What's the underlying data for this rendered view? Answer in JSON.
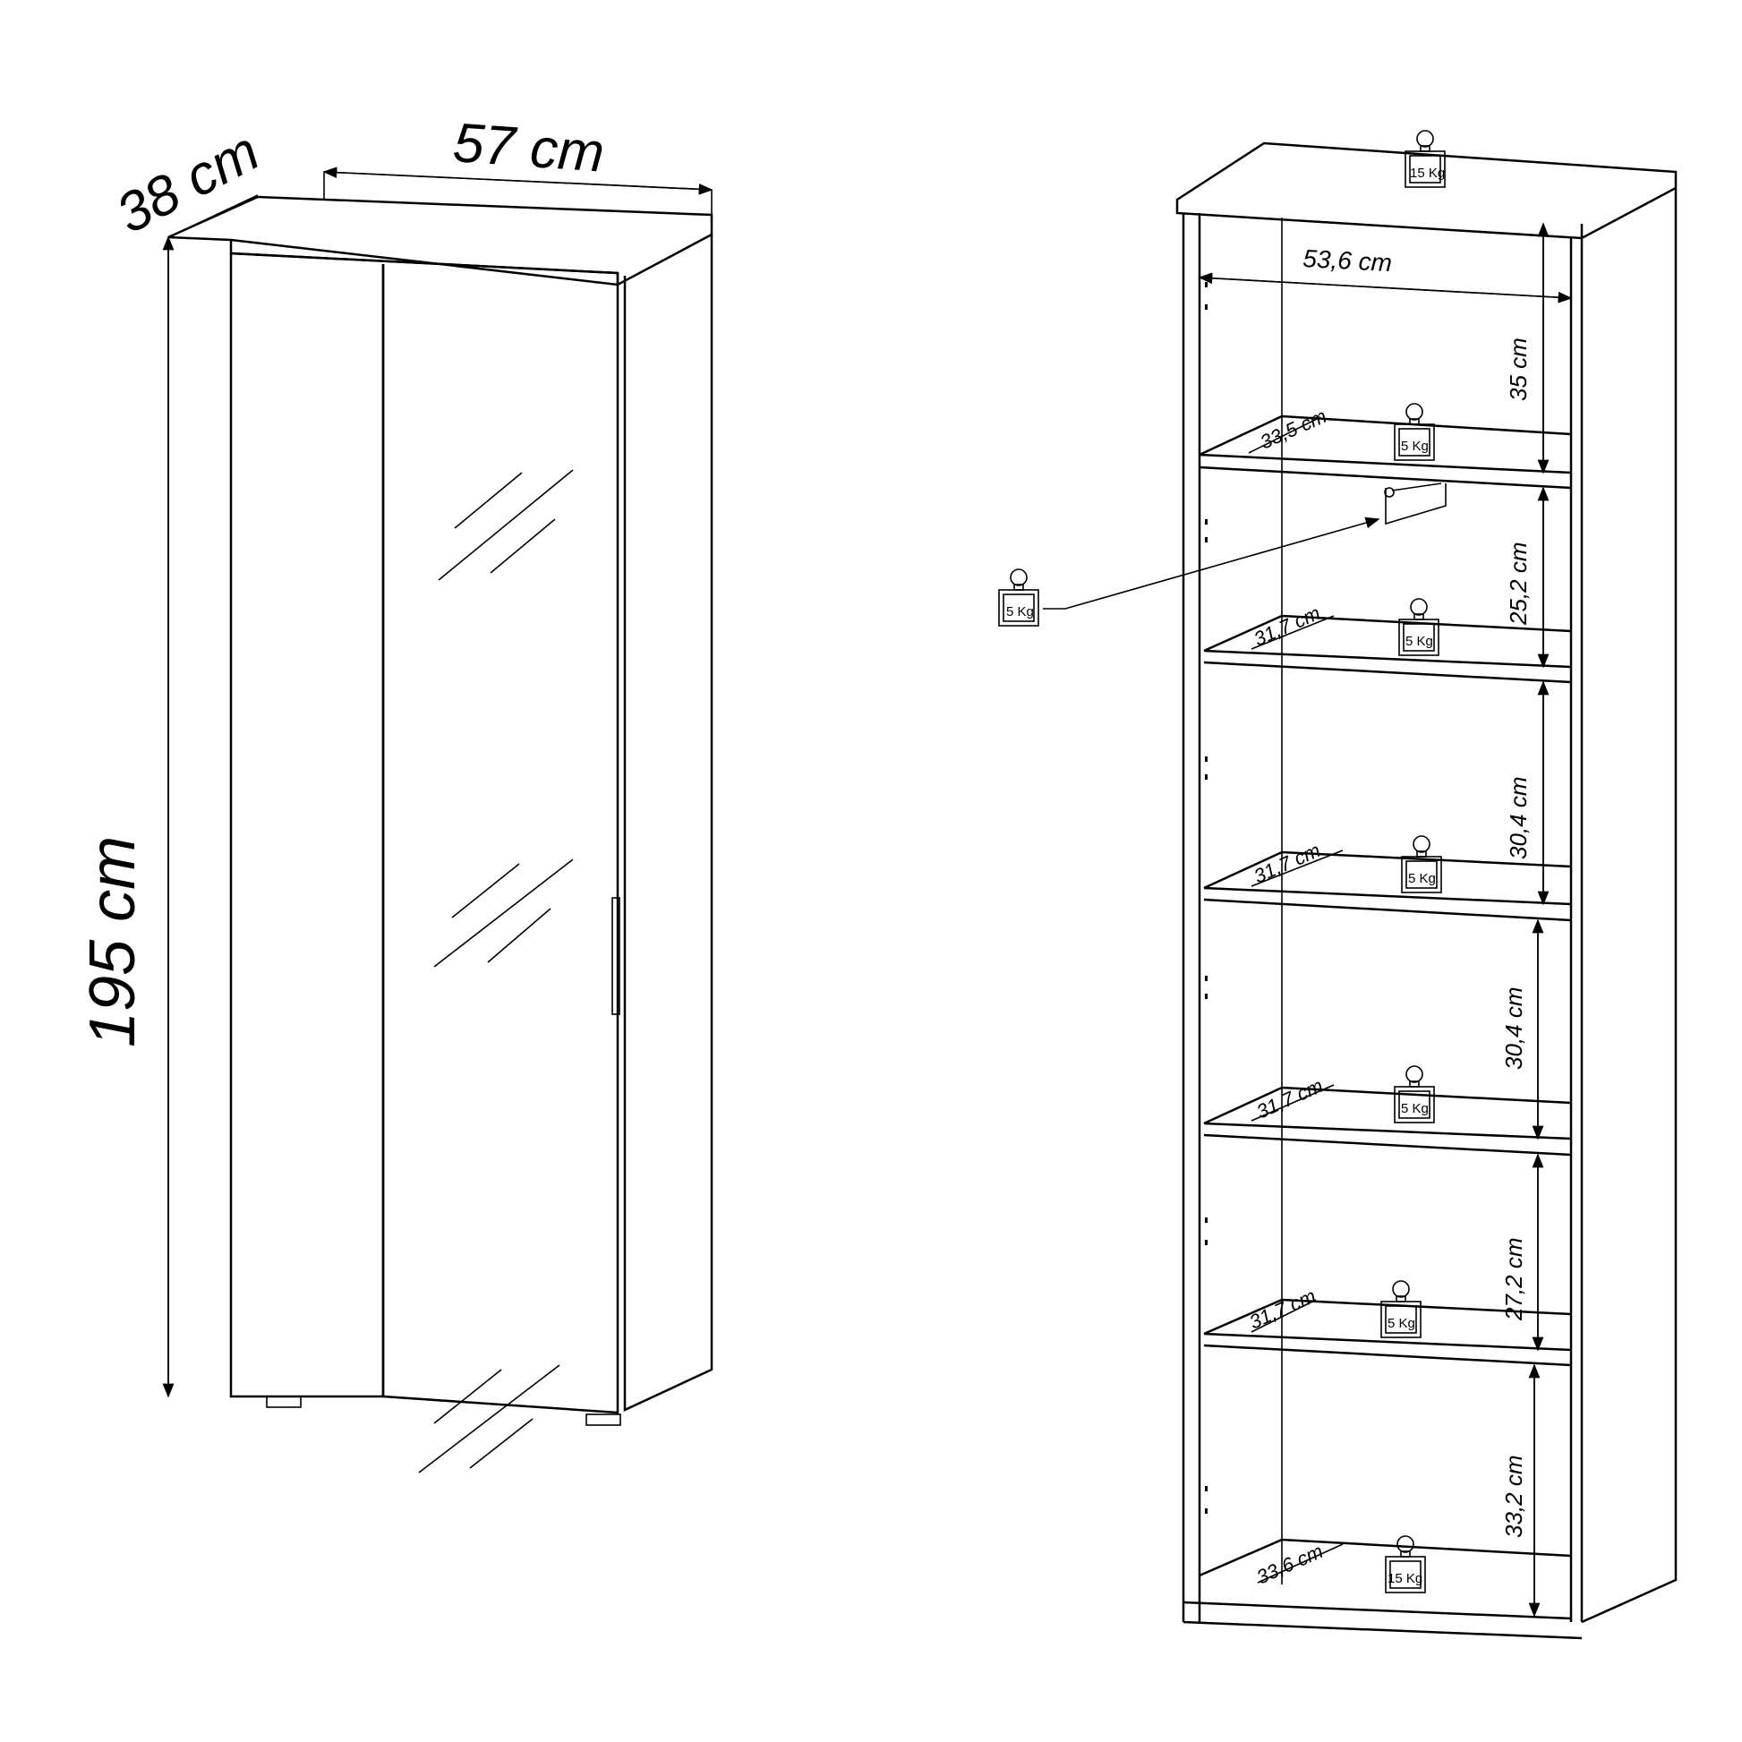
{
  "left_cabinet": {
    "width_label": "57 cm",
    "depth_label": "38 cm",
    "height_label": "195 cm"
  },
  "right_cabinet": {
    "inner_width_label": "53,6 cm",
    "top_load": "15 Kg",
    "bottom_load": "15 Kg",
    "hanger_load": "5 Kg",
    "heights": [
      "35 cm",
      "25,2 cm",
      "30,4 cm",
      "30,4 cm",
      "27,2 cm",
      "33,2 cm"
    ],
    "shelves": [
      {
        "depth": "33,5 cm",
        "load": "5 Kg"
      },
      {
        "depth": "31,7 cm",
        "load": "5 Kg"
      },
      {
        "depth": "31,7 cm",
        "load": "5 Kg"
      },
      {
        "depth": "31,7 cm",
        "load": "5 Kg"
      },
      {
        "depth": "31,7 cm",
        "load": "5 Kg"
      },
      {
        "depth": "33,6 cm",
        "load": "15 Kg"
      }
    ]
  }
}
